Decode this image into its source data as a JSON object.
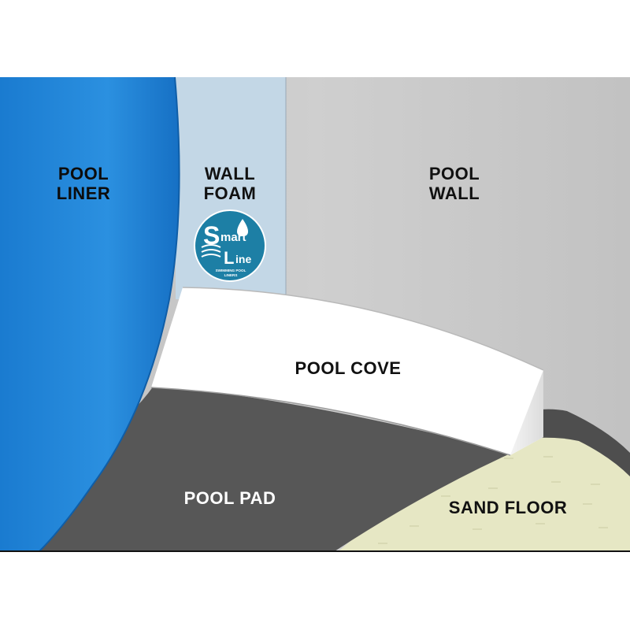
{
  "diagram": {
    "labels": {
      "pool_liner": [
        "POOL",
        "LINER"
      ],
      "wall_foam": [
        "WALL",
        "FOAM"
      ],
      "pool_wall": [
        "POOL",
        "WALL"
      ],
      "pool_cove": "POOL COVE",
      "pool_pad": "POOL PAD",
      "sand_floor": "SAND FLOOR"
    },
    "logo": {
      "big_letter_s": "S",
      "word_mart": "mart",
      "big_letter_l": "L",
      "word_ine": "ine",
      "tagline": "SWIMMING POOL",
      "tagline2": "LINERS"
    },
    "colors": {
      "liner_blue": "#1f86d6",
      "foam_light_blue": "#c3d7e6",
      "wall_gray": "#c4c4c4",
      "pad_dark_gray": "#575757",
      "sand_tan": "#e6e7c4",
      "cove_white": "#ffffff",
      "logo_teal": "#1d7fa5"
    }
  }
}
